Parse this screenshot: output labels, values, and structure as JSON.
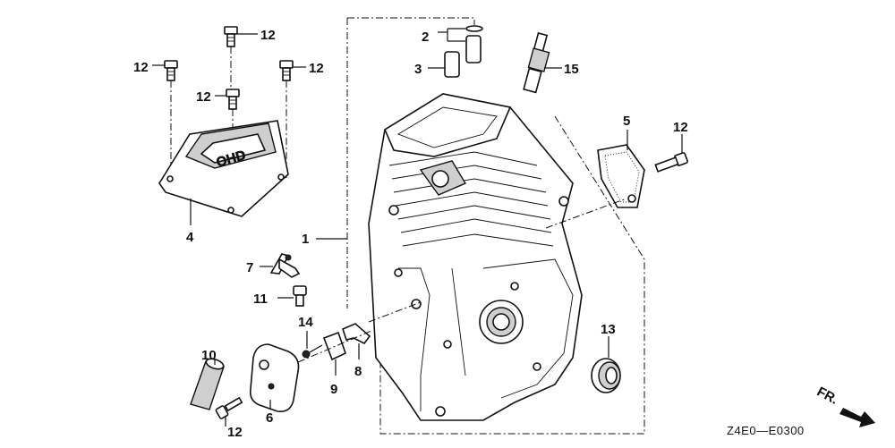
{
  "callouts": {
    "c1": "1",
    "c2": "2",
    "c3": "3",
    "c4": "4",
    "c5": "5",
    "c6": "6",
    "c7": "7",
    "c8": "8",
    "c9": "9",
    "c10": "10",
    "c11": "11",
    "c12_top": "12",
    "c12_left": "12",
    "c12_mid": "12",
    "c12_right": "12",
    "c12_filter": "12",
    "c12_bottom": "12",
    "c13": "13",
    "c14": "14",
    "c15": "15"
  },
  "cover_logo": "OHD",
  "front_arrow": "FR.",
  "diagram_code": "Z4E0—E0300"
}
